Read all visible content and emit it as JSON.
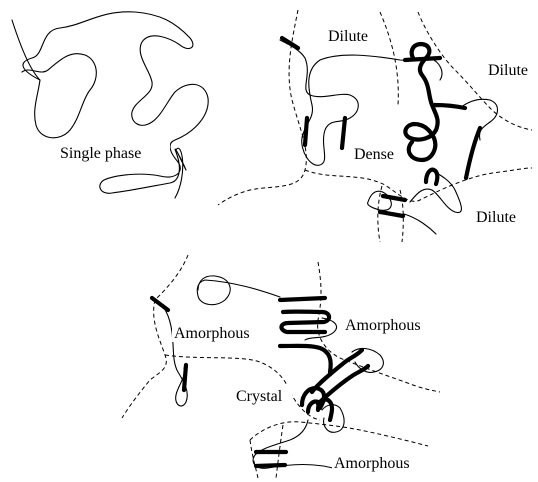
{
  "panels": {
    "single": {
      "label": "Single phase"
    },
    "separated": {
      "labels": {
        "dilute_top": "Dilute",
        "dilute_right": "Dilute",
        "dense": "Dense",
        "dilute_bottom": "Dilute"
      }
    },
    "crystalline": {
      "labels": {
        "amorphous_left": "Amorphous",
        "amorphous_right": "Amorphous",
        "crystal": "Crystal",
        "amorphous_bottom": "Amorphous"
      }
    }
  }
}
